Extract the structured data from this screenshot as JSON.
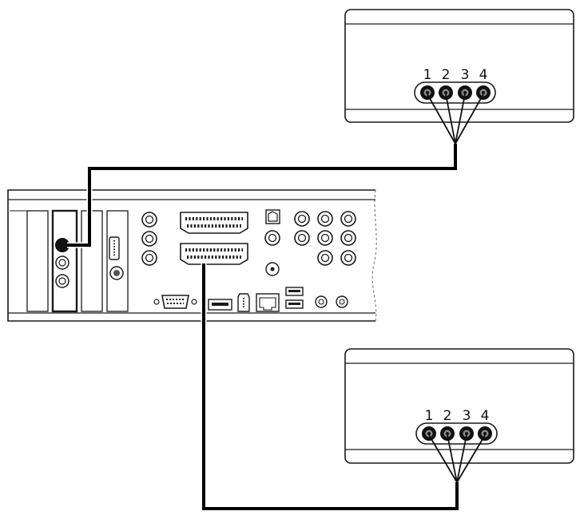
{
  "devices": [
    {
      "id": "device-top",
      "ports": [
        "1",
        "2",
        "3",
        "4"
      ]
    },
    {
      "id": "device-bottom",
      "ports": [
        "1",
        "2",
        "3",
        "4"
      ]
    }
  ],
  "colors": {
    "stroke": "#1a1a1a",
    "cable": "#000000",
    "background": "#ffffff"
  },
  "icons": [
    "scart-connector-icon",
    "rca-jack-icon",
    "s-video-icon",
    "vga-port-icon",
    "firewire-port-icon",
    "ethernet-port-icon",
    "usb-port-icon",
    "optical-port-icon",
    "coax-port-icon"
  ]
}
